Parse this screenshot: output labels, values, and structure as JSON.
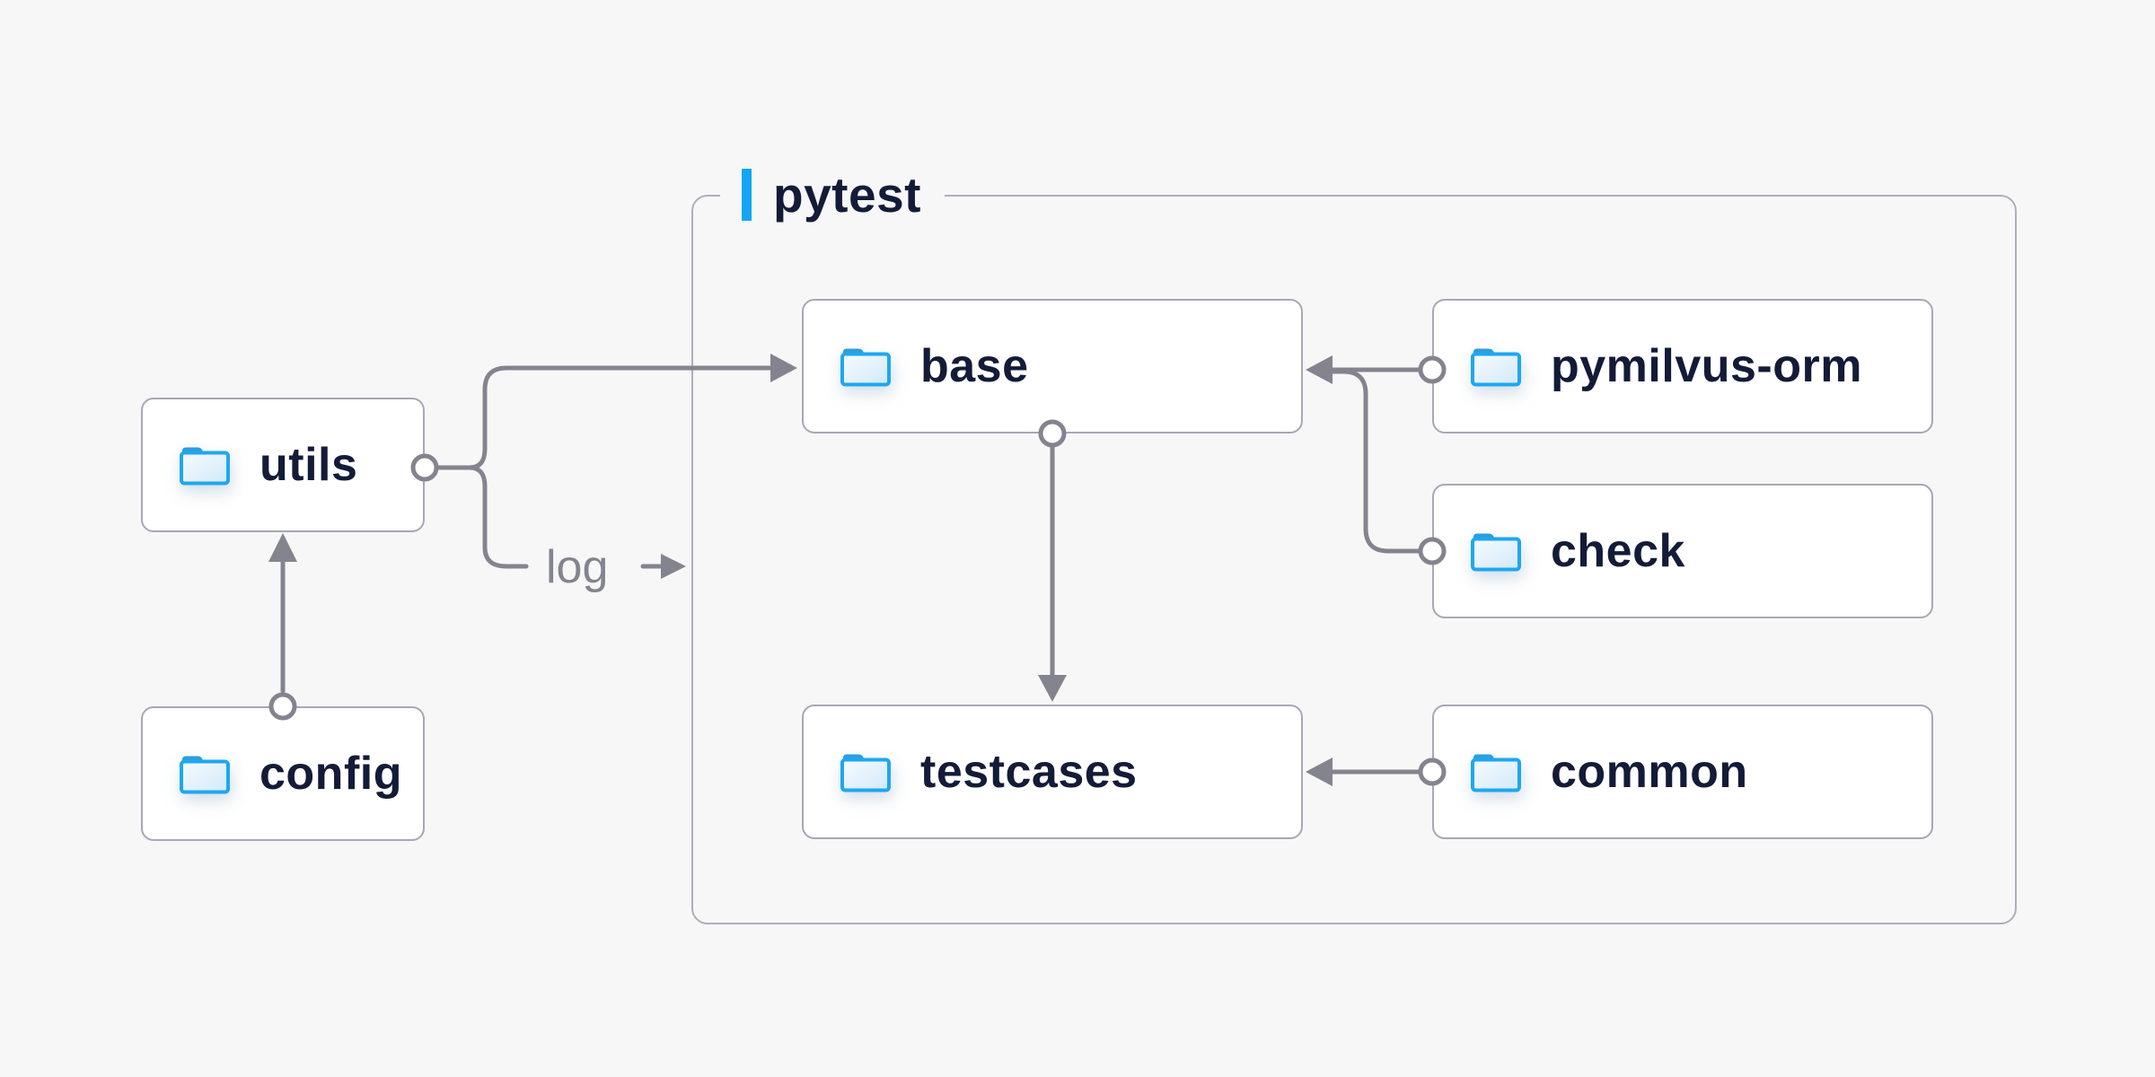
{
  "diagram": {
    "background": "#f7f7f8",
    "container": {
      "label": "pytest",
      "accent_color": "#14a5f3"
    },
    "nodes": [
      {
        "id": "utils",
        "label": "utils",
        "icon": "folder-icon"
      },
      {
        "id": "config",
        "label": "config",
        "icon": "folder-icon"
      },
      {
        "id": "base",
        "label": "base",
        "icon": "folder-icon"
      },
      {
        "id": "pymilvus-orm",
        "label": "pymilvus-orm",
        "icon": "folder-icon"
      },
      {
        "id": "check",
        "label": "check",
        "icon": "folder-icon"
      },
      {
        "id": "testcases",
        "label": "testcases",
        "icon": "folder-icon"
      },
      {
        "id": "common",
        "label": "common",
        "icon": "folder-icon"
      }
    ],
    "edges": [
      {
        "from": "config",
        "to": "utils"
      },
      {
        "from": "utils",
        "to": "base"
      },
      {
        "from": "utils",
        "to": "pytest",
        "label": "log"
      },
      {
        "from": "base",
        "to": "testcases"
      },
      {
        "from": "pymilvus-orm",
        "to": "base"
      },
      {
        "from": "check",
        "to": "base"
      },
      {
        "from": "common",
        "to": "testcases"
      }
    ],
    "edge_labels": {
      "log": "log"
    },
    "colors": {
      "node_text": "#131b38",
      "edge": "#84848f",
      "node_border": "#a7a8b4",
      "container_border": "#aeafbc",
      "accent": "#14a5f3",
      "folder_stroke": "#1ea7f0",
      "folder_tab": "#2c9edd"
    }
  }
}
